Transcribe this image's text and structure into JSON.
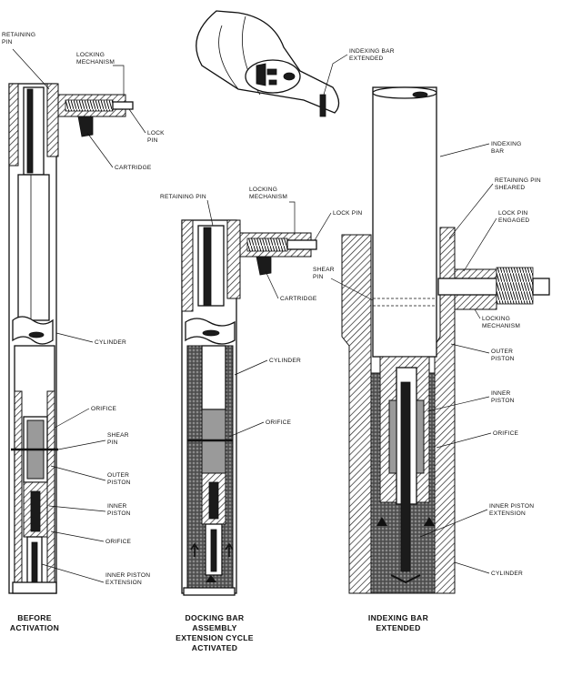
{
  "labels": {
    "retaining_pin_1": [
      "RETAINING",
      "PIN"
    ],
    "locking_mech_1": [
      "LOCKING",
      "MECHANISM"
    ],
    "lock_pin_1": [
      "LOCK",
      "PIN"
    ],
    "cartridge_1": [
      "CARTRIDGE"
    ],
    "cylinder_1": [
      "CYLINDER"
    ],
    "orifice_1a": [
      "ORIFICE"
    ],
    "shear_pin_1": [
      "SHEAR",
      "PIN"
    ],
    "outer_piston_1": [
      "OUTER",
      "PISTON"
    ],
    "inner_piston_1": [
      "INNER",
      "PISTON"
    ],
    "orifice_1b": [
      "ORIFICE"
    ],
    "inner_ext_1": [
      "INNER PISTON",
      "EXTENSION"
    ],
    "indexing_bar_top": [
      "INDEXING BAR",
      "EXTENDED"
    ],
    "retaining_pin_2": [
      "RETAINING PIN"
    ],
    "locking_mech_2": [
      "LOCKING",
      "MECHANISM"
    ],
    "lock_pin_2": [
      "LOCK PIN"
    ],
    "cartridge_2": [
      "CARTRIDGE"
    ],
    "cylinder_2": [
      "CYLINDER"
    ],
    "orifice_2": [
      "ORIFICE"
    ],
    "indexing_bar_3": [
      "INDEXING",
      "BAR"
    ],
    "ret_pin_sheared": [
      "RETAINING PIN",
      "SHEARED"
    ],
    "lock_pin_engaged": [
      "LOCK PIN",
      "ENGAGED"
    ],
    "shear_pin_3": [
      "SHEAR",
      "PIN"
    ],
    "locking_mech_3": [
      "LOCKING",
      "MECHANISM"
    ],
    "outer_piston_3": [
      "OUTER",
      "PISTON"
    ],
    "inner_piston_3": [
      "INNER",
      "PISTON"
    ],
    "orifice_3": [
      "ORIFICE"
    ],
    "inner_ext_3": [
      "INNER PISTON",
      "EXTENSION"
    ],
    "cylinder_3": [
      "CYLINDER"
    ]
  },
  "captions": {
    "before": [
      "BEFORE",
      "ACTIVATION"
    ],
    "docking": [
      "DOCKING BAR",
      "ASSEMBLY",
      "EXTENSION CYCLE",
      "ACTIVATED"
    ],
    "indexing": [
      "INDEXING BAR",
      "EXTENDED"
    ]
  }
}
